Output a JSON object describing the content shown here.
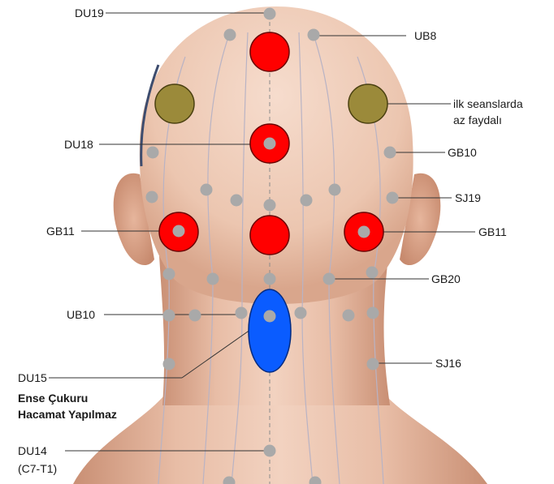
{
  "labels": {
    "du19": "DU19",
    "ub8": "UB8",
    "ilk_line1": "ilk seanslarda",
    "ilk_line2": "az faydalı",
    "du18": "DU18",
    "gb10": "GB10",
    "sj19": "SJ19",
    "gb11_left": "GB11",
    "gb11_right": "GB11",
    "gb20": "GB20",
    "ub10": "UB10",
    "sj16": "SJ16",
    "du15": "DU15",
    "ense_line1": "Ense Çukuru",
    "ense_line2": "Hacamat Yapılmaz",
    "du14": "DU14",
    "du14_sub": "(C7-T1)"
  },
  "colors": {
    "red_cup": "#ff0000",
    "olive_cup": "#9b8a3a",
    "blue_cup": "#0a5cff",
    "point": "#a9a9a9",
    "leader": "#333333",
    "skin": "#edc8b2",
    "skin_shadow": "#d9a68c",
    "meridian": "#b9b3c4"
  }
}
